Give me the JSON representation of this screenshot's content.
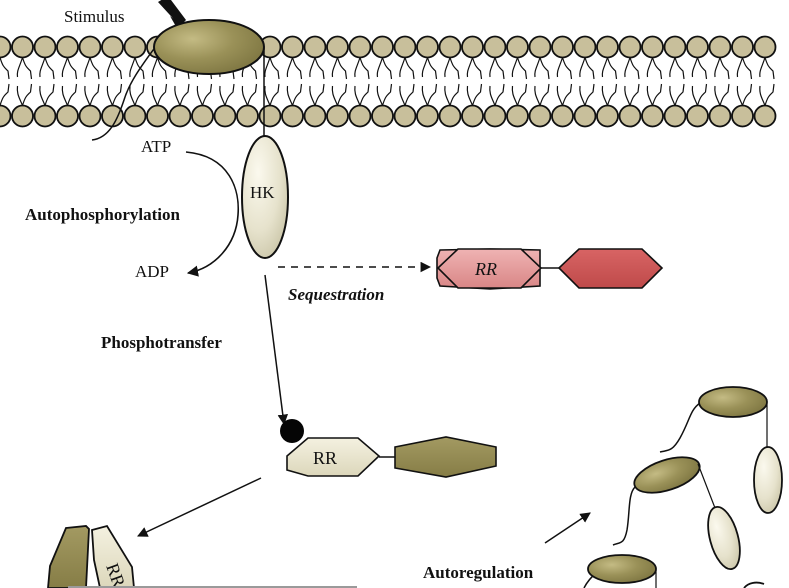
{
  "labels": {
    "stimulus": "Stimulus",
    "atp": "ATP",
    "adp": "ADP",
    "autophosphorylation": "Autophosphorylation",
    "hk": "HK",
    "sequestration": "Sequestration",
    "phosphotransfer": "Phosphotransfer",
    "rr_sequestered": "RR",
    "rr_phosphorylated": "RR",
    "rr_dimer": "RR",
    "autoregulation": "Autoregulation"
  },
  "colors": {
    "olive": "#8f8650",
    "olive_light": "#b7ae76",
    "cream": "#e6e2cc",
    "lipid_head": "#c8bf9b",
    "rr_pink": "#e49a9a",
    "rr_red": "#cc5656",
    "ink": "#111111"
  }
}
